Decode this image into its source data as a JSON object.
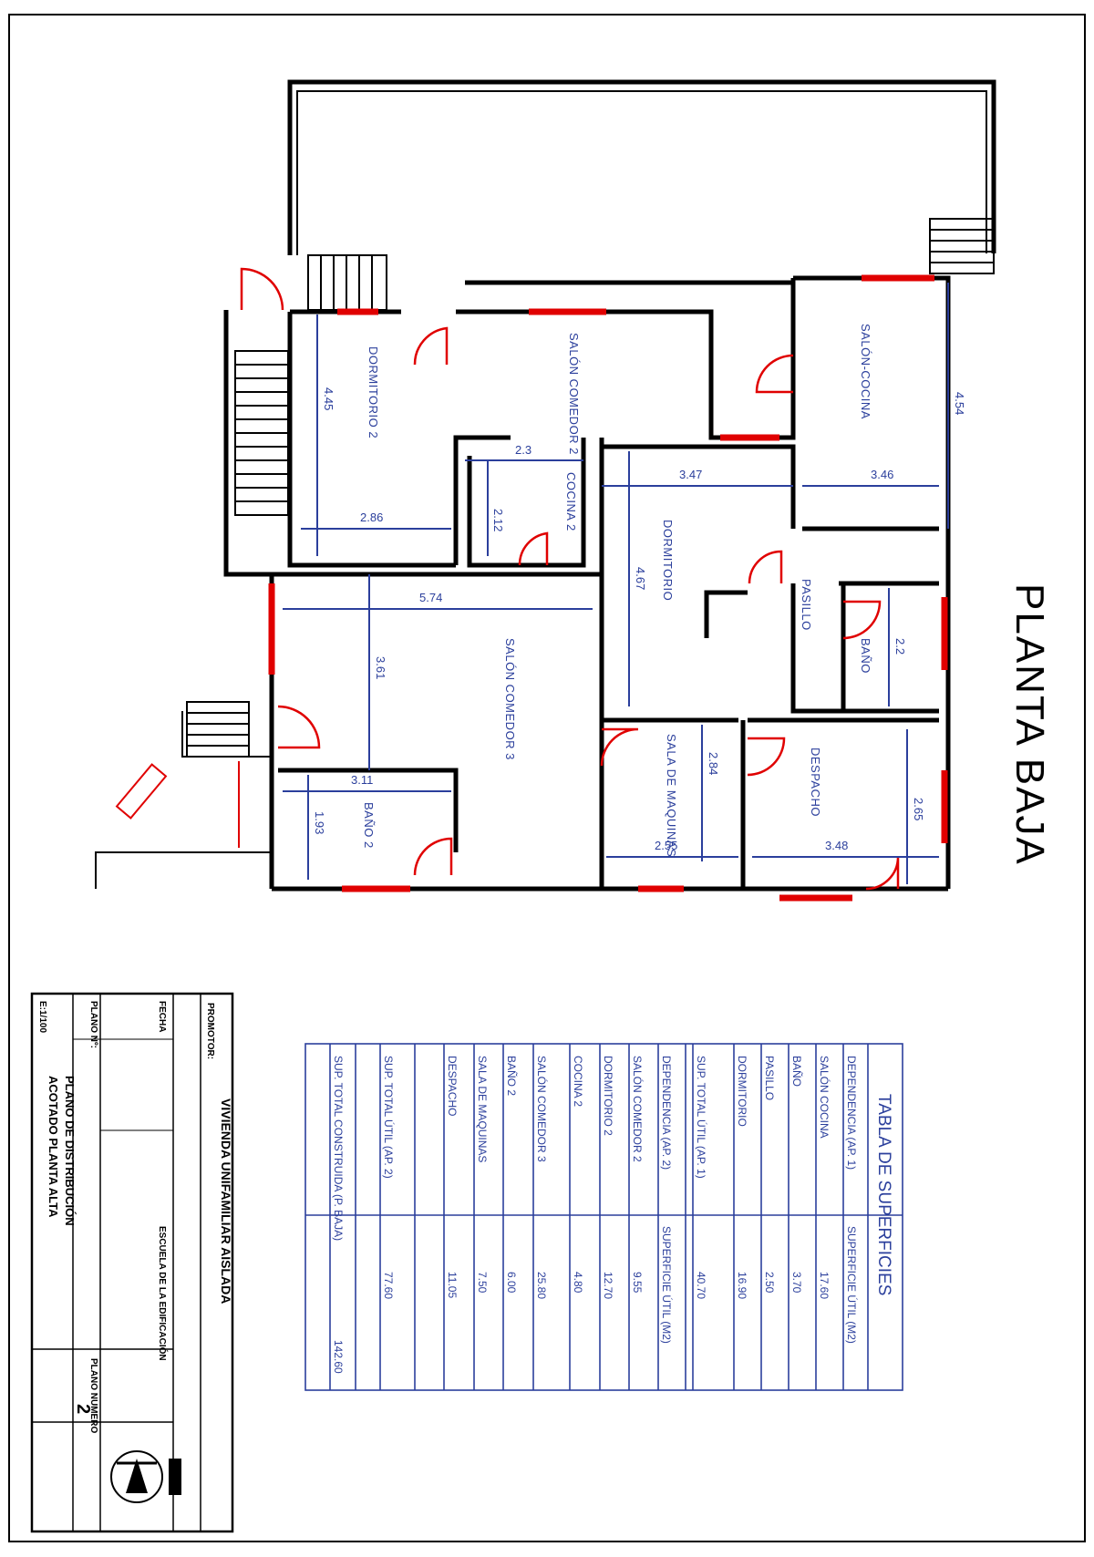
{
  "colors": {
    "wall": "#000000",
    "window": "#e00000",
    "dimension": "#2b3f9c"
  },
  "plan": {
    "title": "PLANTA BAJA",
    "rooms": {
      "dormitorio2": "DORMITORIO 2",
      "salon_comedor2": "SALÓN COMEDOR 2",
      "salon_cocina": "SALÓN-COCINA",
      "cocina2": "COCINA 2",
      "dormitorio": "DORMITORIO",
      "pasillo": "PASILLO",
      "bano": "BAÑO",
      "salon_comedor3": "SALÓN COMEDOR 3",
      "sala_maquinas": "SALA DE MAQUINAS",
      "despacho": "DESPACHO",
      "bano2": "BAÑO 2"
    },
    "dimensions": {
      "d445": "4.45",
      "d286": "2.86",
      "d23": "2.3",
      "d212": "2.12",
      "d347": "3.47",
      "d346": "3.46",
      "d454": "4.54",
      "d467": "4.67",
      "d574": "5.74",
      "d361": "3.61",
      "d311": "3.11",
      "d193": "1.93",
      "d22": "2.2",
      "d284": "2.84",
      "d255": "2.55",
      "d348": "3.48",
      "d265": "2.65"
    }
  },
  "table": {
    "title": "TABLA DE SUPERFICIES",
    "header1": [
      "DEPENDENCIA (AP. 1)",
      "SUPERFICIE ÚTIL (M2)"
    ],
    "rows1": [
      [
        "SALÓN COCINA",
        "17.60"
      ],
      [
        "BAÑO",
        "3.70"
      ],
      [
        "PASILLO",
        "2.50"
      ],
      [
        "DORMITORIO",
        "16.90"
      ],
      [
        "SUP. TOTAL ÚTIL (AP. 1)",
        "40.70"
      ]
    ],
    "header2": [
      "DEPENDENCIA (AP. 2)",
      "SUPERFICIE ÚTIL (M2)"
    ],
    "rows2": [
      [
        "SALÓN COMEDOR 2",
        "9.55"
      ],
      [
        "DORMITORIO 2",
        "12.70"
      ],
      [
        "COCINA 2",
        "4.80"
      ],
      [
        "SALÓN COMEDOR 3",
        "25.80"
      ],
      [
        "BAÑO 2",
        "6.00"
      ],
      [
        "SALA DE MAQUINAS",
        "7.50"
      ],
      [
        "DESPACHO",
        "11.05"
      ],
      [
        "SUP. TOTAL ÚTIL (AP. 2)",
        "77.60"
      ]
    ],
    "footer": [
      "SUP. TOTAL CONSTRUIDA (P. BAJA)",
      "142.60"
    ]
  },
  "titleblock": {
    "project": "VIVIENDA UNIFAMILIAR AISLADA",
    "plan_name_1": "PLANO DE DISTRIBUCIÓN",
    "plan_name_2": "ACOTADO PLANTA ALTA",
    "plan_number": "2",
    "scale": "E:1/100",
    "promotor_label": "PROMOTOR:",
    "fecha_label": "FECHA",
    "plano_label": "PLANO Nº:",
    "escuela": "ESCUELA DE LA EDIFICACIÓN",
    "num_label": "PLANO NUMERO"
  }
}
